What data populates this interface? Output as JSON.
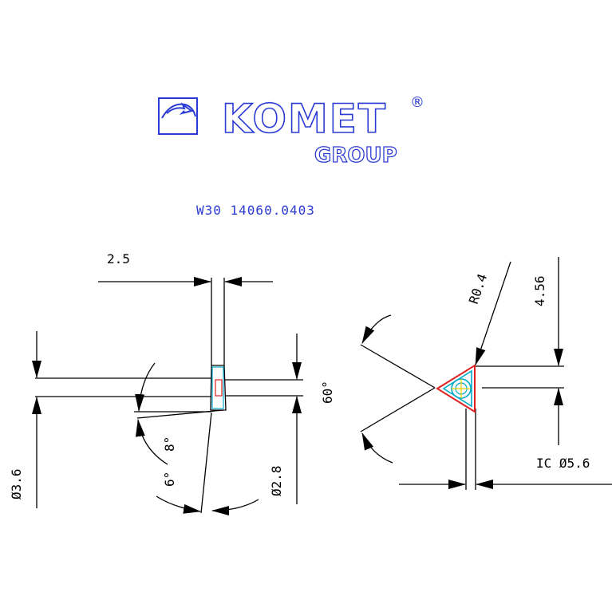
{
  "brand": {
    "name": "KOMET",
    "sub": "GROUP",
    "registered": "®",
    "part_number": "W30 14060.0403",
    "color": "#2a3bd4"
  },
  "dimensions": {
    "width": "2.5",
    "diameter_left": "Ø3.6",
    "diameter_right": "Ø2.8",
    "angle_top": "8°",
    "angle_bottom": "6°",
    "corner_radius": "R0.4",
    "height": "4.56",
    "point_angle": "60°",
    "inscribed_circle": "IC Ø5.6"
  },
  "colors": {
    "line": "#000000",
    "insert_edge": "#e02020",
    "insert_face": "#00a8c8",
    "accent": "#e8d000"
  }
}
